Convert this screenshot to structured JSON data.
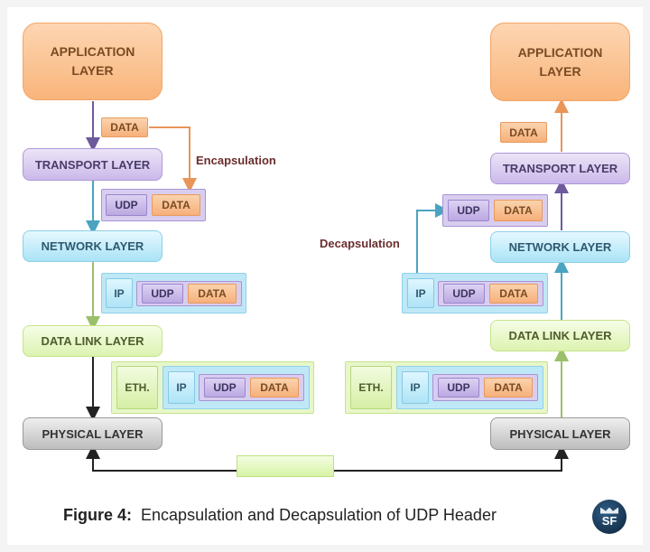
{
  "left_stack": {
    "application": "APPLICATION\nLAYER",
    "transport": "TRANSPORT LAYER",
    "network": "NETWORK LAYER",
    "datalink": "DATA LINK LAYER",
    "physical": "PHYSICAL LAYER"
  },
  "right_stack": {
    "application": "APPLICATION\nLAYER",
    "transport": "TRANSPORT LAYER",
    "network": "NETWORK LAYER",
    "datalink": "DATA LINK LAYER",
    "physical": "PHYSICAL LAYER"
  },
  "labels": {
    "encapsulation": "Encapsulation",
    "decapsulation": "Decapsulation"
  },
  "chips": {
    "data": "DATA",
    "udp": "UDP",
    "ip": "IP",
    "eth": "ETH."
  },
  "caption": {
    "figure": "Figure 4:",
    "text": "Encapsulation and Decapsulation of UDP Header"
  },
  "logo": {
    "text": "SF"
  },
  "colors": {
    "application": "#f9b47a",
    "transport": "#cbb9ea",
    "network": "#a9e3f6",
    "datalink": "#dcf3b0",
    "physical": "#bdbdbd",
    "label_text": "#6b2e2e"
  }
}
